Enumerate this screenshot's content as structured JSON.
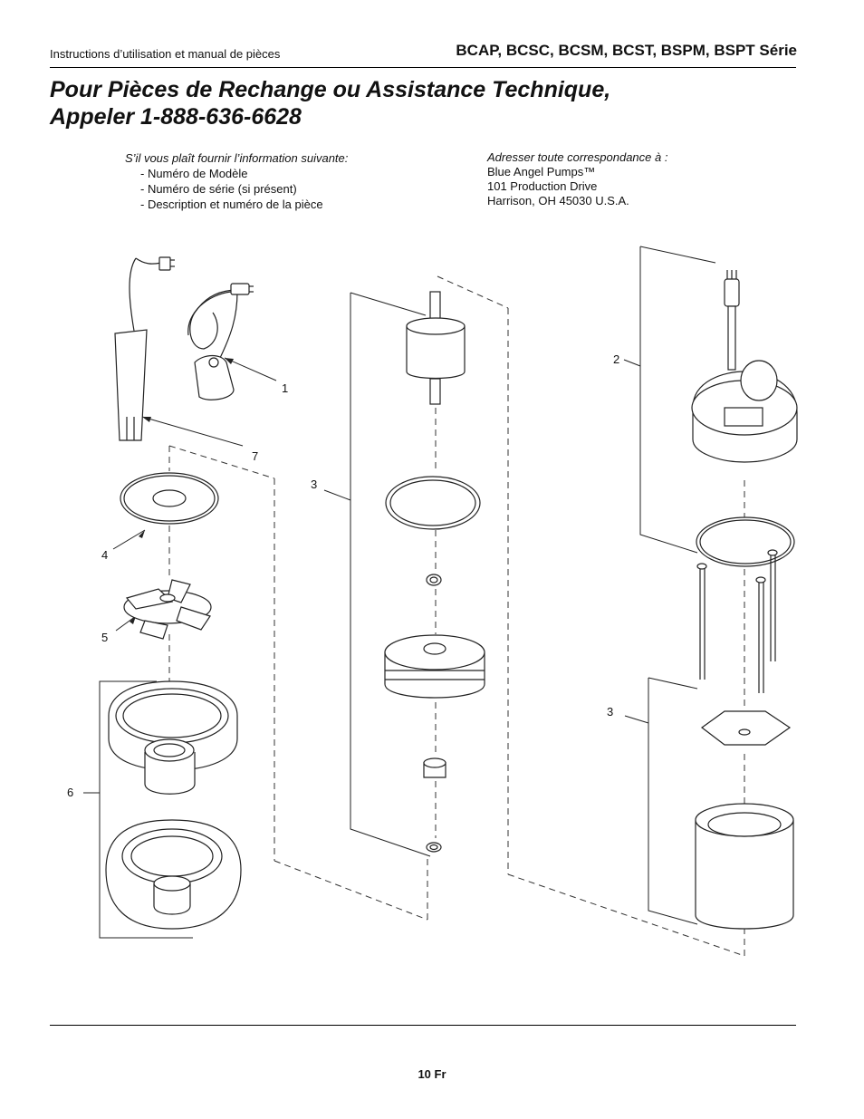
{
  "header": {
    "left": "Instructions d’utilisation et manual de pièces",
    "right": "BCAP, BCSC, BCSM, BCST, BSPM, BSPT Série"
  },
  "title": {
    "line1": "Pour Pièces de Rechange ou Assistance Technique,",
    "line2": "Appeler 1-888-636-6628"
  },
  "request_info": {
    "heading": "S’il vous plaît fournir l’information suivante:",
    "items": [
      "- Numéro de Modèle",
      "- Numéro de série (si présent)",
      "- Description et numéro de la pièce"
    ]
  },
  "address": {
    "heading": "Adresser toute correspondance à :",
    "lines": [
      "Blue Angel Pumps™",
      "101 Production Drive",
      "Harrison, OH  45030  U.S.A."
    ]
  },
  "diagram": {
    "callouts": [
      "1",
      "2",
      "3",
      "3",
      "4",
      "5",
      "6",
      "7"
    ]
  },
  "footer": {
    "page": "10 Fr"
  }
}
